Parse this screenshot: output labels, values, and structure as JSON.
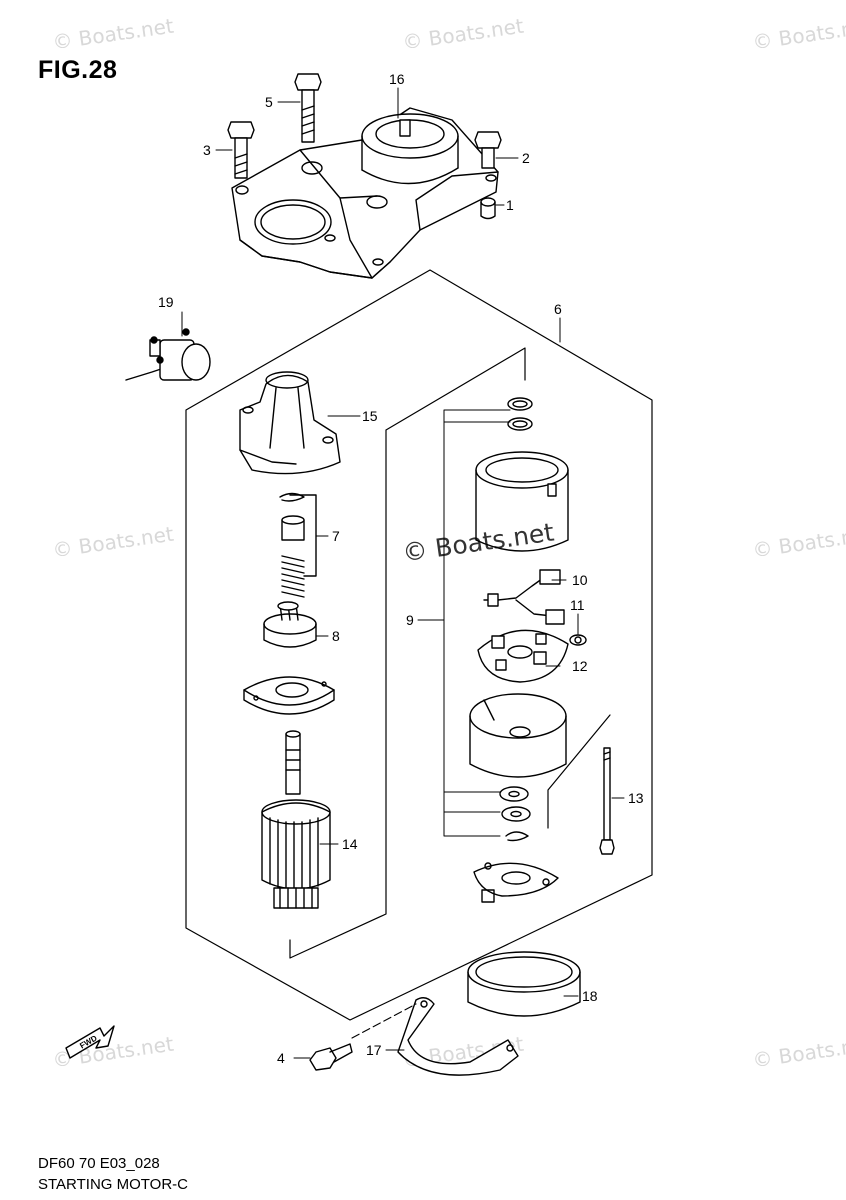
{
  "figure": {
    "title": "FIG.28",
    "code": "DF60 70 E03_028",
    "caption": "STARTING MOTOR-C"
  },
  "watermark": {
    "text": "© Boats.net"
  },
  "direction_mark": "FWD",
  "callouts": [
    "1",
    "2",
    "3",
    "4",
    "5",
    "6",
    "7",
    "8",
    "9",
    "10",
    "11",
    "12",
    "13",
    "14",
    "15",
    "16",
    "17",
    "18",
    "19"
  ]
}
